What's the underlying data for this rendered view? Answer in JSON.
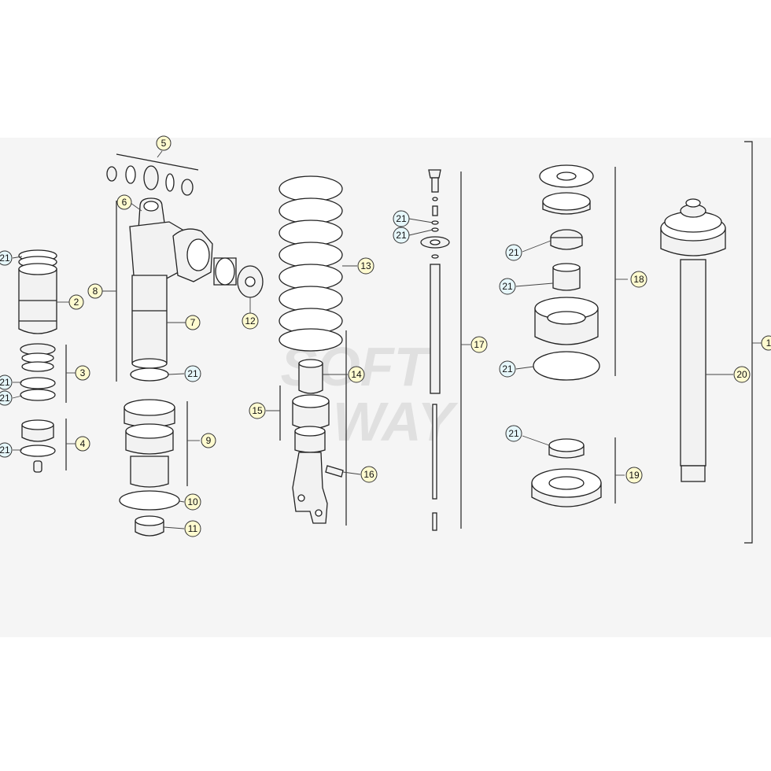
{
  "watermark": {
    "line1": "SOFT",
    "line2": "WAY"
  },
  "callouts": [
    {
      "id": "c5",
      "label": "5"
    },
    {
      "id": "c6",
      "label": "6"
    },
    {
      "id": "c21a",
      "label": "21"
    },
    {
      "id": "c2",
      "label": "2"
    },
    {
      "id": "c8",
      "label": "8"
    },
    {
      "id": "c3",
      "label": "3"
    },
    {
      "id": "c21b",
      "label": "21"
    },
    {
      "id": "c21c",
      "label": "21"
    },
    {
      "id": "c4",
      "label": "4"
    },
    {
      "id": "c21d",
      "label": "21"
    },
    {
      "id": "c7",
      "label": "7"
    },
    {
      "id": "c21e",
      "label": "21"
    },
    {
      "id": "c9",
      "label": "9"
    },
    {
      "id": "c10",
      "label": "10"
    },
    {
      "id": "c11",
      "label": "11"
    },
    {
      "id": "c12",
      "label": "12"
    },
    {
      "id": "c13",
      "label": "13"
    },
    {
      "id": "c14",
      "label": "14"
    },
    {
      "id": "c15",
      "label": "15"
    },
    {
      "id": "c16",
      "label": "16"
    },
    {
      "id": "c21f",
      "label": "21"
    },
    {
      "id": "c21g",
      "label": "21"
    },
    {
      "id": "c17",
      "label": "17"
    },
    {
      "id": "c21h",
      "label": "21"
    },
    {
      "id": "c21i",
      "label": "21"
    },
    {
      "id": "c18",
      "label": "18"
    },
    {
      "id": "c21j",
      "label": "21"
    },
    {
      "id": "c21k",
      "label": "21"
    },
    {
      "id": "c19",
      "label": "19"
    },
    {
      "id": "c20",
      "label": "20"
    },
    {
      "id": "c1",
      "label": "1"
    }
  ]
}
